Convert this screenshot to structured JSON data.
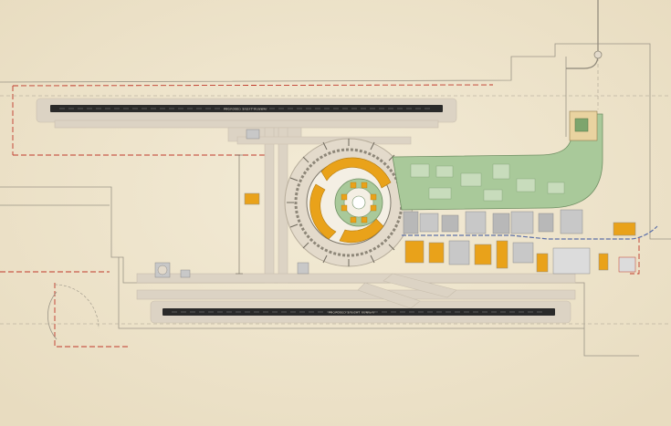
{
  "map": {
    "kind": "airport-master-plan",
    "colors": {
      "paper": "#efe6cf",
      "pavement": "#dcd3c4",
      "pavement_edge": "#c9bfae",
      "runway": "#2a2a2a",
      "boundary_red": "#c0392b",
      "outline": "#9a9486",
      "terminal_orange": "#e9a21a",
      "landscape_green": "#a9c99a",
      "building_grey": "#b8b8b8",
      "road_blue": "#5b6fa8"
    },
    "runways": [
      {
        "id": "north",
        "label": "PROPOSED 3/LEFT RUNWAY"
      },
      {
        "id": "south",
        "label": "PROPOSED 3/RIGHT RUNWAY"
      }
    ]
  }
}
